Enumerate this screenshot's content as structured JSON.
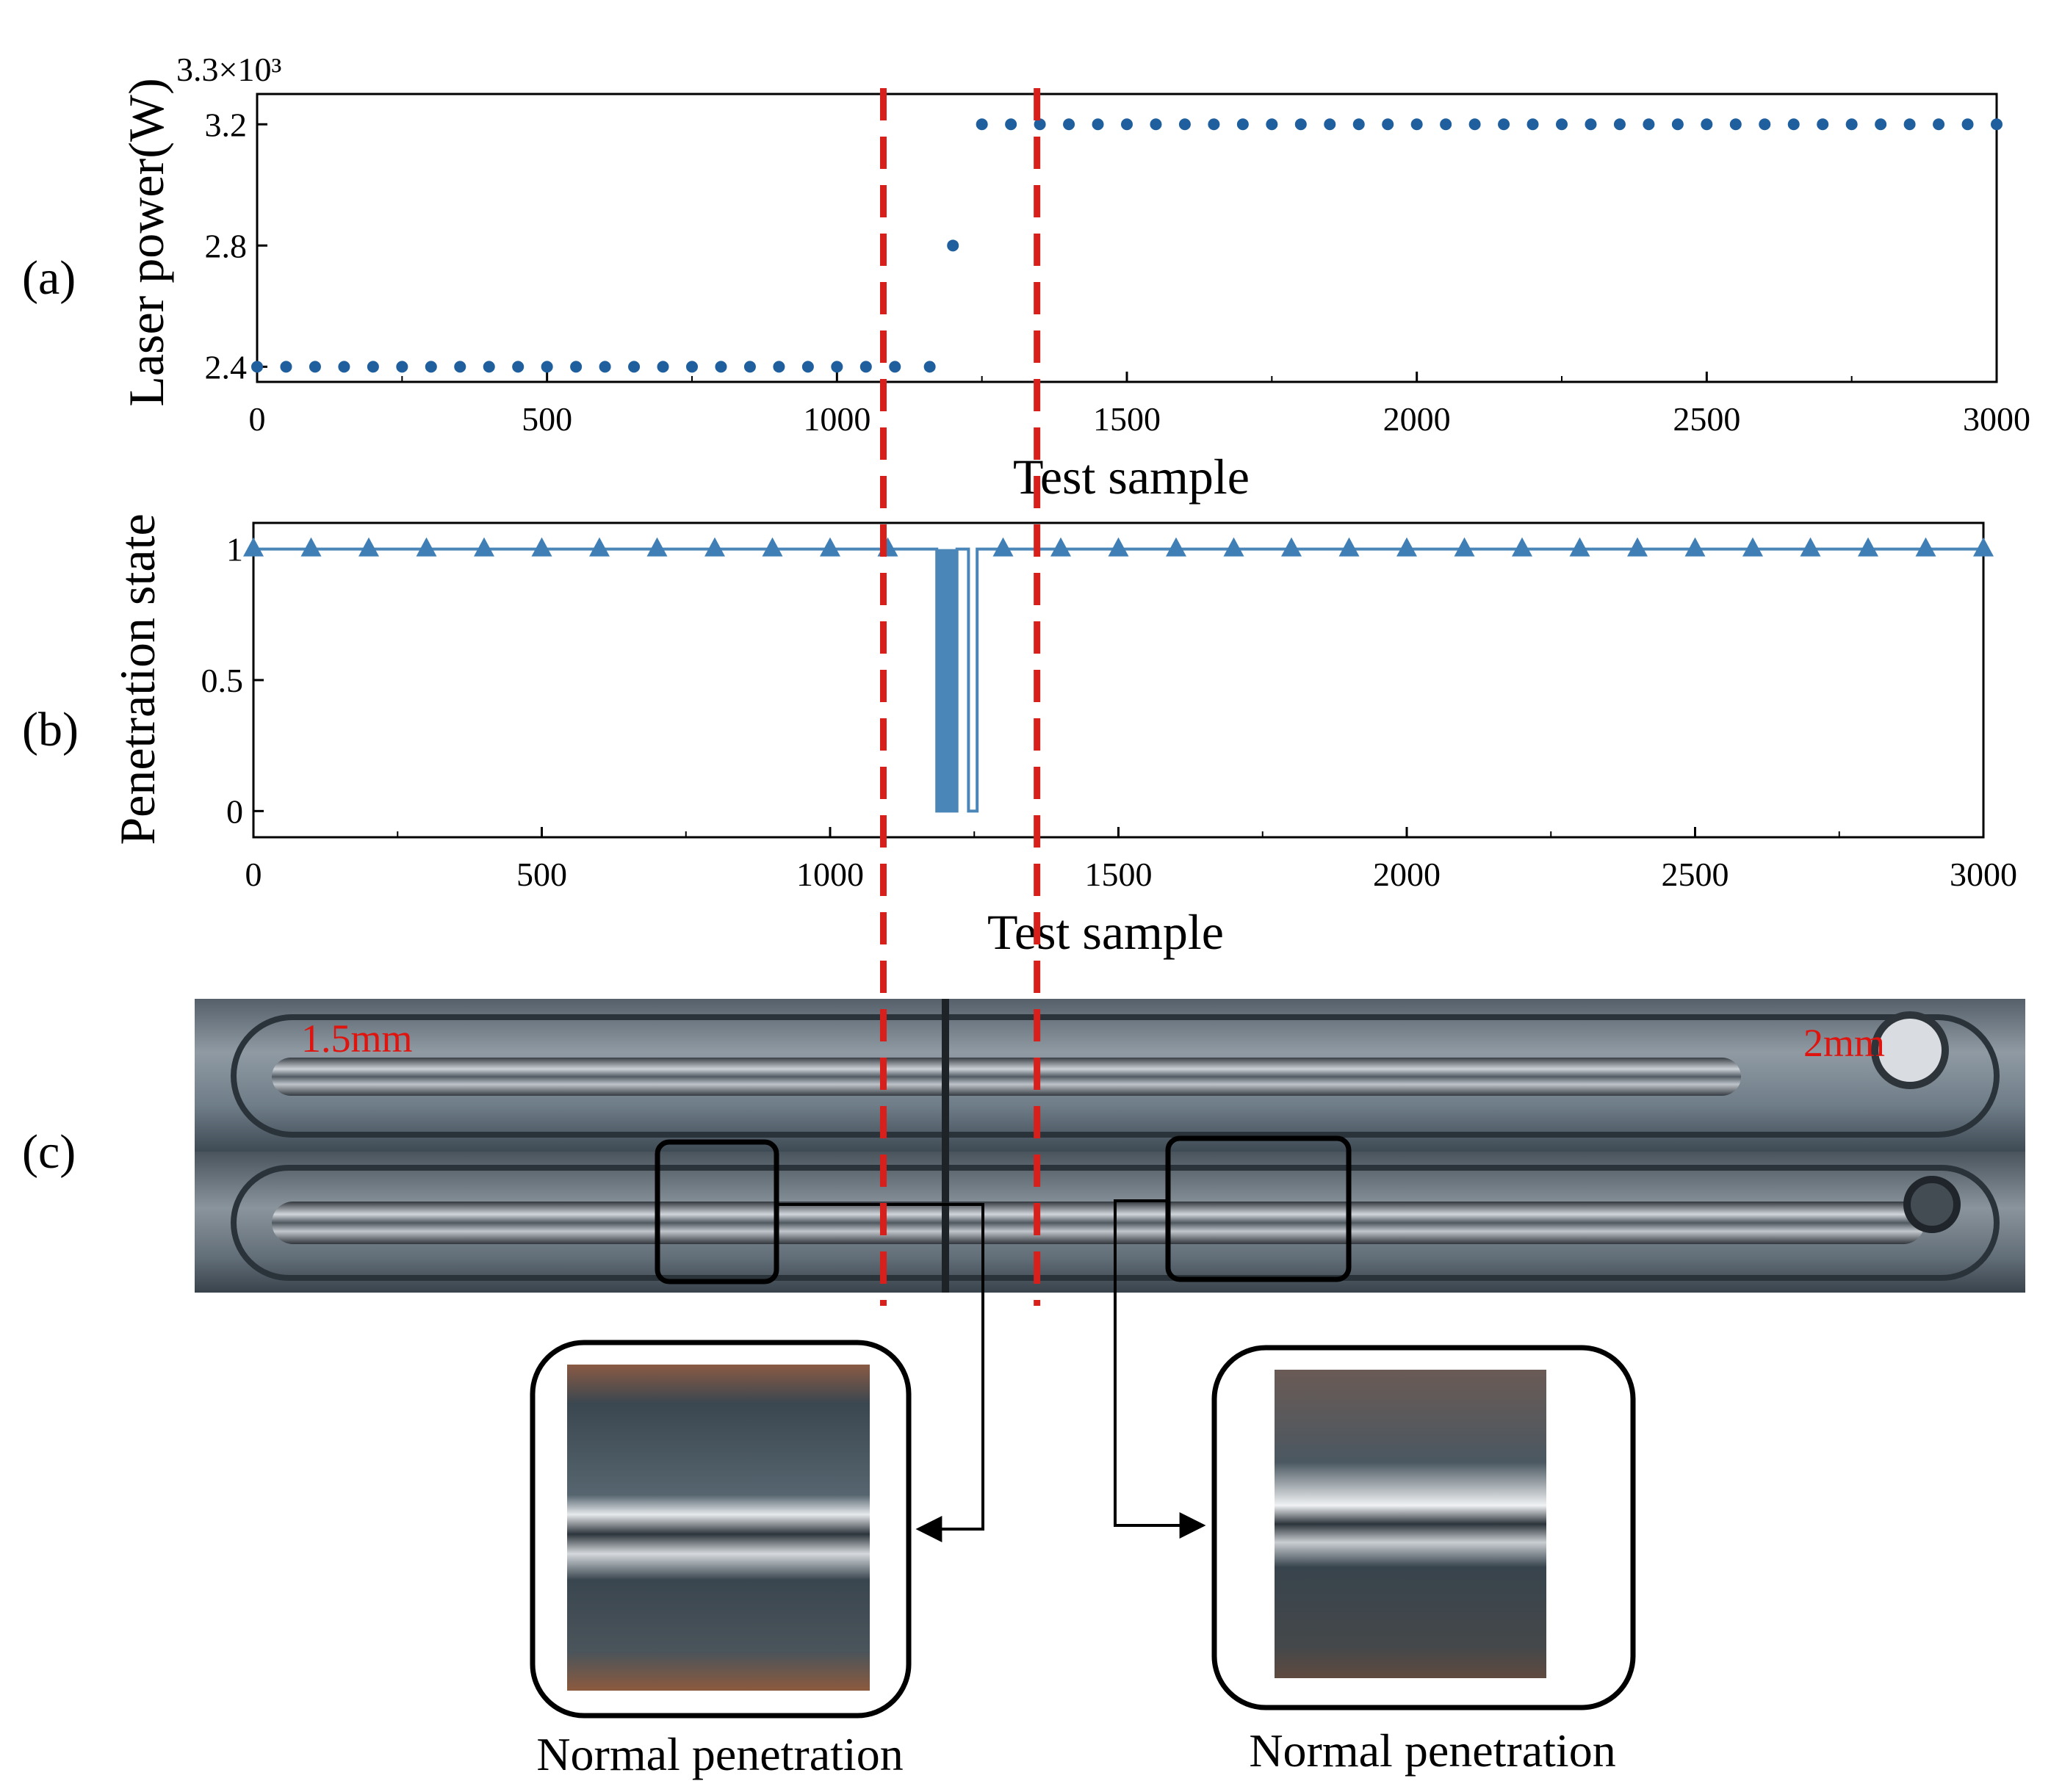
{
  "panel_labels": {
    "a": "(a)",
    "b": "(b)",
    "c": "(c)"
  },
  "colors": {
    "series": "#1f5f9e",
    "line_b": "#4a86b8",
    "marker_b": "#3f7fb6",
    "divider": "#d7201c"
  },
  "chart_data": [
    {
      "id": "a",
      "type": "scatter",
      "xlabel": "Test sample",
      "ylabel": "Laser power(W)",
      "multiplier": "3.3×10³",
      "xlim": [
        0,
        3000
      ],
      "ylim": [
        2.35,
        3.3
      ],
      "xticks": [
        0,
        500,
        1000,
        1500,
        2000,
        2500,
        3000
      ],
      "yticks": [
        2.4,
        2.8,
        3.2
      ],
      "grid": false,
      "series": [
        {
          "points": [
            [
              0,
              2.4
            ],
            [
              50,
              2.4
            ],
            [
              100,
              2.4
            ],
            [
              150,
              2.4
            ],
            [
              200,
              2.4
            ],
            [
              250,
              2.4
            ],
            [
              300,
              2.4
            ],
            [
              350,
              2.4
            ],
            [
              400,
              2.4
            ],
            [
              450,
              2.4
            ],
            [
              500,
              2.4
            ],
            [
              550,
              2.4
            ],
            [
              600,
              2.4
            ],
            [
              650,
              2.4
            ],
            [
              700,
              2.4
            ],
            [
              750,
              2.4
            ],
            [
              800,
              2.4
            ],
            [
              850,
              2.4
            ],
            [
              900,
              2.4
            ],
            [
              950,
              2.4
            ],
            [
              1000,
              2.4
            ],
            [
              1050,
              2.4
            ],
            [
              1100,
              2.4
            ],
            [
              1160,
              2.4
            ],
            [
              1200,
              2.8
            ],
            [
              1250,
              3.2
            ],
            [
              1300,
              3.2
            ],
            [
              1350,
              3.2
            ],
            [
              1400,
              3.2
            ],
            [
              1450,
              3.2
            ],
            [
              1500,
              3.2
            ],
            [
              1550,
              3.2
            ],
            [
              1600,
              3.2
            ],
            [
              1650,
              3.2
            ],
            [
              1700,
              3.2
            ],
            [
              1750,
              3.2
            ],
            [
              1800,
              3.2
            ],
            [
              1850,
              3.2
            ],
            [
              1900,
              3.2
            ],
            [
              1950,
              3.2
            ],
            [
              2000,
              3.2
            ],
            [
              2050,
              3.2
            ],
            [
              2100,
              3.2
            ],
            [
              2150,
              3.2
            ],
            [
              2200,
              3.2
            ],
            [
              2250,
              3.2
            ],
            [
              2300,
              3.2
            ],
            [
              2350,
              3.2
            ],
            [
              2400,
              3.2
            ],
            [
              2450,
              3.2
            ],
            [
              2500,
              3.2
            ],
            [
              2550,
              3.2
            ],
            [
              2600,
              3.2
            ],
            [
              2650,
              3.2
            ],
            [
              2700,
              3.2
            ],
            [
              2750,
              3.2
            ],
            [
              2800,
              3.2
            ],
            [
              2850,
              3.2
            ],
            [
              2900,
              3.2
            ],
            [
              2950,
              3.2
            ],
            [
              3000,
              3.2
            ]
          ]
        }
      ]
    },
    {
      "id": "b",
      "type": "line",
      "xlabel": "Test sample",
      "ylabel": "Penetration state",
      "xlim": [
        0,
        3000
      ],
      "ylim": [
        -0.1,
        1.1
      ],
      "xticks": [
        0,
        500,
        1000,
        1500,
        2000,
        2500,
        3000
      ],
      "yticks": [
        0,
        0.5,
        1
      ],
      "grid": false,
      "baseline": 1,
      "drop_regions": [
        [
          1185,
          1220
        ],
        [
          1240,
          1255
        ]
      ],
      "markers": [
        0,
        100,
        200,
        300,
        400,
        500,
        600,
        700,
        800,
        900,
        1000,
        1100,
        1300,
        1400,
        1500,
        1600,
        1700,
        1800,
        1900,
        2000,
        2100,
        2200,
        2300,
        2400,
        2500,
        2600,
        2700,
        2800,
        2900,
        3000
      ]
    }
  ],
  "weld": {
    "thickness_left": "1.5mm",
    "thickness_right": "2mm"
  },
  "insets": [
    {
      "caption": "Normal penetration"
    },
    {
      "caption": "Normal penetration"
    }
  ],
  "divider_x": [
    1080,
    1345
  ]
}
